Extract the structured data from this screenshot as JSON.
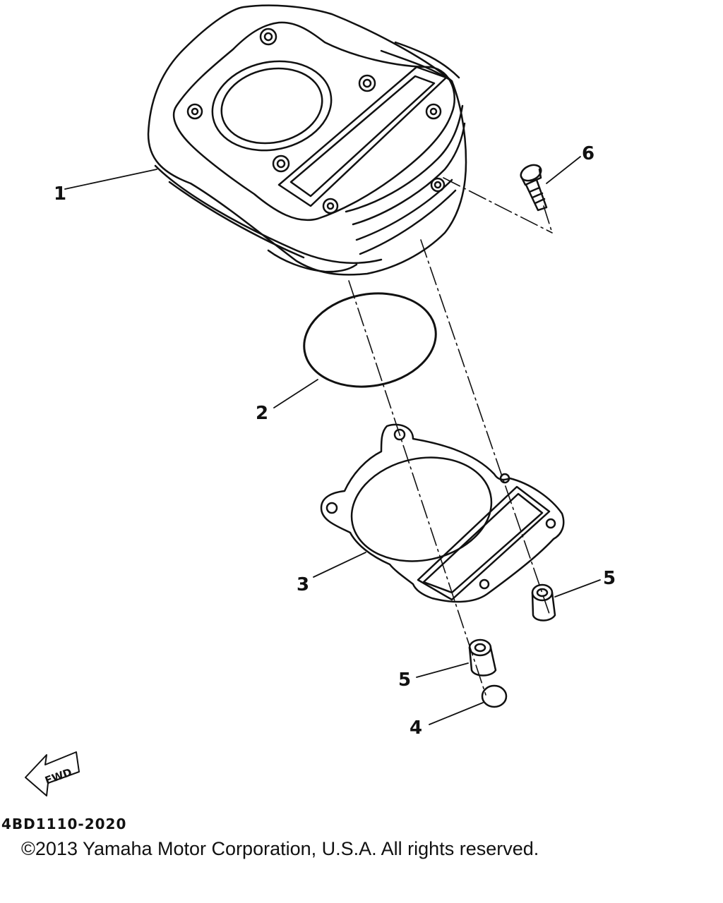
{
  "callouts": [
    {
      "id": "cylinder",
      "label": "1"
    },
    {
      "id": "o-ring",
      "label": "2"
    },
    {
      "id": "gasket",
      "label": "3"
    },
    {
      "id": "plug",
      "label": "4"
    },
    {
      "id": "dowel-pin-right",
      "label": "5"
    },
    {
      "id": "dowel-pin-left",
      "label": "5"
    },
    {
      "id": "bolt",
      "label": "6"
    }
  ],
  "fwd_label": "FWD",
  "part_code": "4BD1110-2020",
  "copyright": "©2013 Yamaha Motor Corporation, U.S.A. All rights reserved."
}
